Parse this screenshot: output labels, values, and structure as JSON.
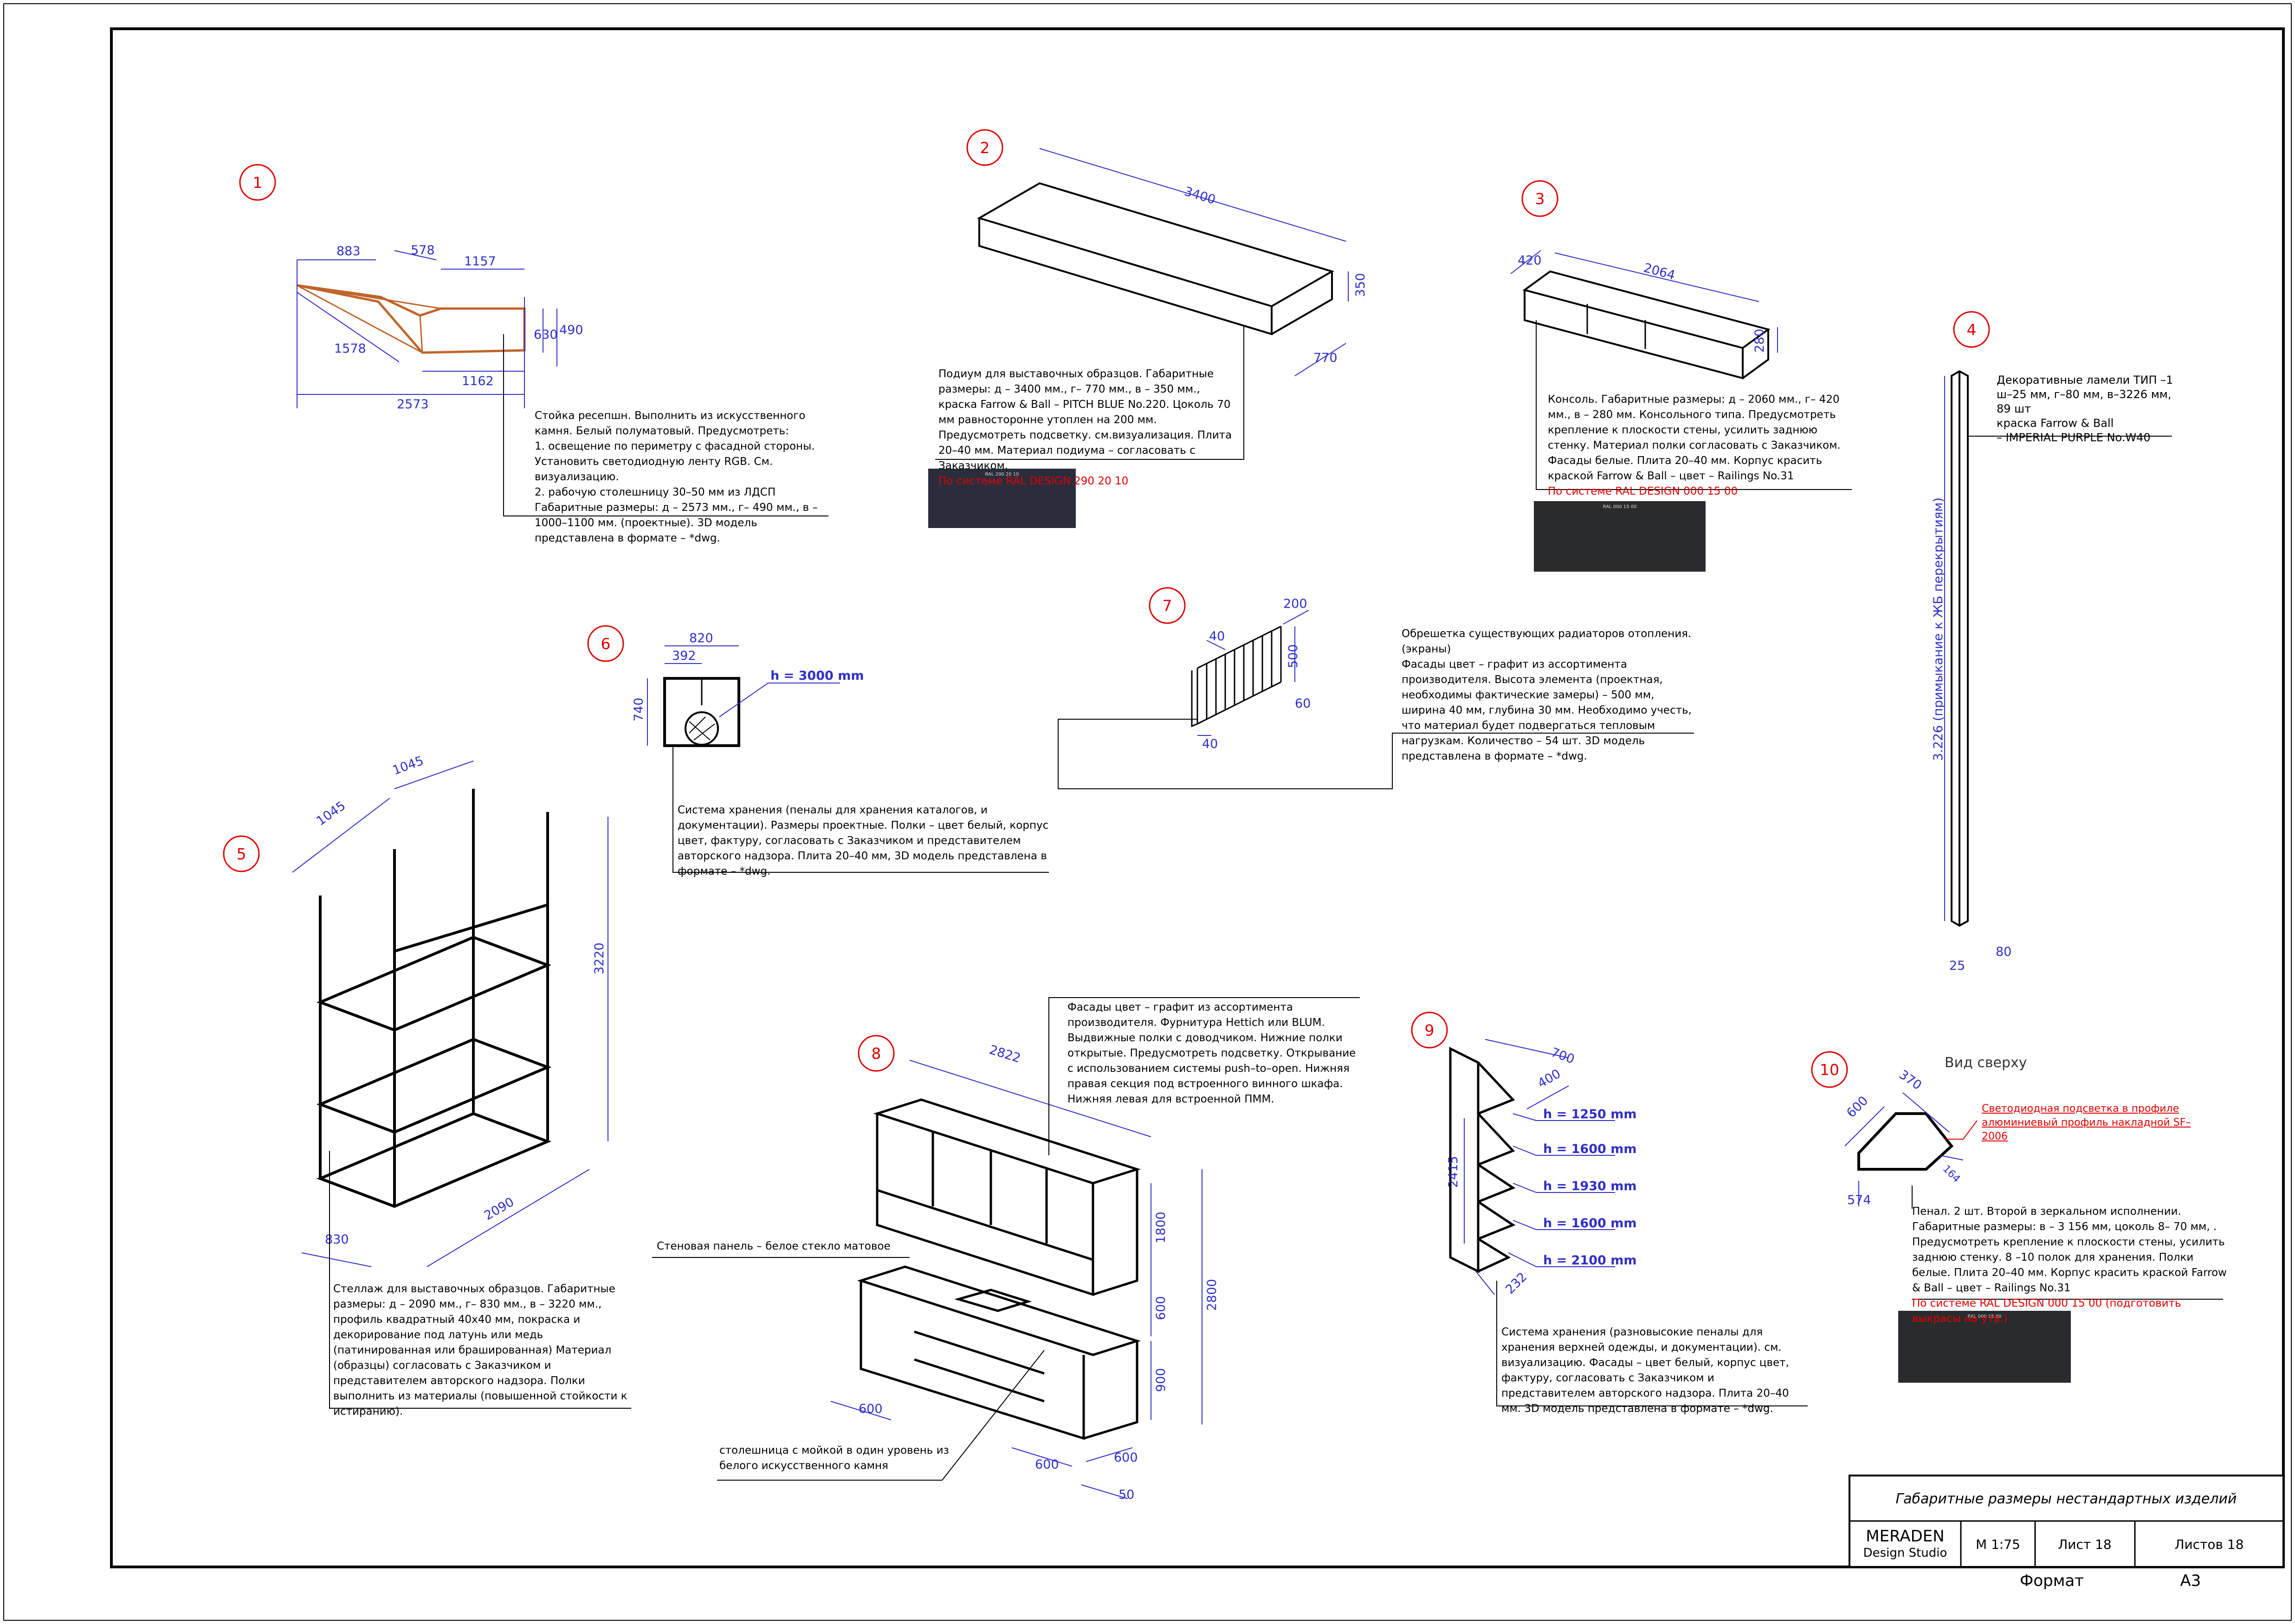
{
  "title_block": {
    "title": "Габаритные размеры нестандартных изделий",
    "studio_name": "MERADEN",
    "studio_sub": "Design Studio",
    "scale": "М 1:75",
    "sheet": "Лист 18",
    "sheets": "Листов 18",
    "format_label": "Формат",
    "format_value": "А3"
  },
  "items": [
    {
      "num": "1",
      "dims": [
        "883",
        "578",
        "1157",
        "1578",
        "630",
        "490",
        "1162",
        "2573"
      ],
      "text": "Стойка ресепшн. Выполнить из искусственного камня. Белый полуматовый. Предусмотреть:\n1. освещение по периметру с фасадной стороны. Установить светодиодную ленту RGB. См. визуализацию.\n2. рабочую столешницу 30–50 мм из ЛДСП\nГабаритные размеры: д – 2573 мм., г– 490 мм., в – 1000–1100 мм. (проектные). 3D модель представлена в формате – *dwg."
    },
    {
      "num": "2",
      "dims": [
        "3400",
        "350",
        "770"
      ],
      "text": "Подиум для выставочных образцов. Габаритные размеры: д – 3400 мм., г– 770 мм., в – 350 мм., краска Farrow & Ball – PITCH BLUE No.220. Цоколь 70 мм равносторонне утоплен на 200 мм. Предусмотреть подсветку. см.визуализация. Плита 20–40 мм. Материал подиума – согласовать с Заказчиком.",
      "red": "По системе RAL DESIGN 290 20 10",
      "swatch_label": "RAL 290 20 10",
      "swatch": "#2b2d3d"
    },
    {
      "num": "3",
      "dims": [
        "420",
        "2064",
        "280"
      ],
      "text": "Консоль. Габаритные размеры: д – 2060 мм., г– 420 мм., в – 280 мм. Консольного типа. Предусмотреть крепление к плоскости стены, усилить заднюю стенку. Материал полки согласовать с Заказчиком. Фасады белые. Плита 20–40 мм. Корпус красить краской Farrow & Ball – цвет – Railings No.31",
      "red": "По системе RAL DESIGN  000 15 00",
      "swatch_label": "RAL 000 15 00",
      "swatch": "#2a2b2d"
    },
    {
      "num": "4",
      "dims": [
        "3.226 (примыкание к ЖБ перекрытиям)",
        "25",
        "80"
      ],
      "text": "Декоративные ламели ТИП –1\nш–25 мм, г–80 мм, в–3226 мм, 89 шт\nкраска Farrow & Ball\n– IMPERIAL PURPLE No.W40"
    },
    {
      "num": "5",
      "dims": [
        "1045",
        "1045",
        "3220",
        "830",
        "2090"
      ],
      "text": "Стеллаж для выставочных образцов. Габаритные размеры: д – 2090 мм., г– 830 мм., в – 3220 мм., профиль квадратный 40х40 мм, покраска и декорирование под латунь или медь (патинированная или брашированная) Материал (образцы) согласовать с Заказчиком и представителем авторского надзора. Полки выполнить из материалы (повышенной стойкости к истиранию)."
    },
    {
      "num": "6",
      "dims": [
        "820",
        "392",
        "740"
      ],
      "h_label": "h = 3000 mm",
      "text": "Система хранения (пеналы для хранения каталогов, и документации). Размеры проектные. Полки – цвет белый, корпус цвет, фактуру, согласовать с Заказчиком и представителем авторского надзора. Плита 20–40 мм, 3D модель представлена в формате – *dwg."
    },
    {
      "num": "7",
      "dims": [
        "200",
        "40",
        "500",
        "60",
        "40"
      ],
      "text": "Обрешетка существующих радиаторов отопления. (экраны)\nФасады цвет – графит из ассортимента производителя. Высота элемента (проектная, необходимы фактические замеры) – 500 мм, ширина 40 мм, глубина 30 мм. Необходимо учесть, что материал будет подвергаться тепловым нагрузкам. Количество – 54 шт. 3D модель представлена в формате – *dwg."
    },
    {
      "num": "8",
      "dims": [
        "2822",
        "1800",
        "600",
        "2800",
        "900",
        "600",
        "600",
        "600",
        "50"
      ],
      "text": "Фасады цвет – графит из ассортимента производителя. Фурнитура Hettich или BLUM. Выдвижные полки с доводчиком. Нижние полки открытые. Предусмотреть подсветку. Открывание с использованием системы push–to–open. Нижняя правая секция под встроенного винного шкафа. Нижняя левая для встроенной ПММ.",
      "wall_label": "Стеновая панель – белое стекло матовое",
      "top_label": "столешница с мойкой в один уровень из белого искусственного камня"
    },
    {
      "num": "9",
      "dims": [
        "700",
        "400",
        "2415",
        "232"
      ],
      "h_labels": [
        "h = 1250 mm",
        "h = 1600 mm",
        "h = 1930 mm",
        "h = 1600 mm",
        "h = 2100 mm"
      ],
      "text": "Система хранения (разновысокие пеналы для хранения верхней одежды, и документации). см. визуализацию. Фасады – цвет белый, корпус цвет, фактуру, согласовать с Заказчиком и представителем авторского надзора. Плита 20–40 мм. 3D модель представлена в формате – *dwg."
    },
    {
      "num": "10",
      "dims": [
        "370",
        "600",
        "164",
        "574"
      ],
      "view_label": "Вид сверху",
      "led_label": "Светодиодная подсветка в профиле\nалюминиевый профиль накладной SF–2006",
      "text": "Пенал. 2 шт. Второй в зеркальном исполнении. Габаритные размеры: в – 3 156 мм, цоколь 8– 70 мм, . Предусмотреть крепление к плоскости стены, усилить заднюю стенку.  8 –10 полок для хранения. Полки белые. Плита 20–40 мм. Корпус красить краской Farrow & Ball – цвет – Railings No.31",
      "red": "По системе RAL DESIGN  000 15 00 (подготовить выкрасы на утв.)",
      "swatch_label": "RAL 000 15 00",
      "swatch": "#2a2b2d"
    }
  ],
  "colors": {
    "dimension": "#2f2fc8",
    "marker": "#e00000",
    "outline": "#000000",
    "wood": "#c0642a"
  }
}
